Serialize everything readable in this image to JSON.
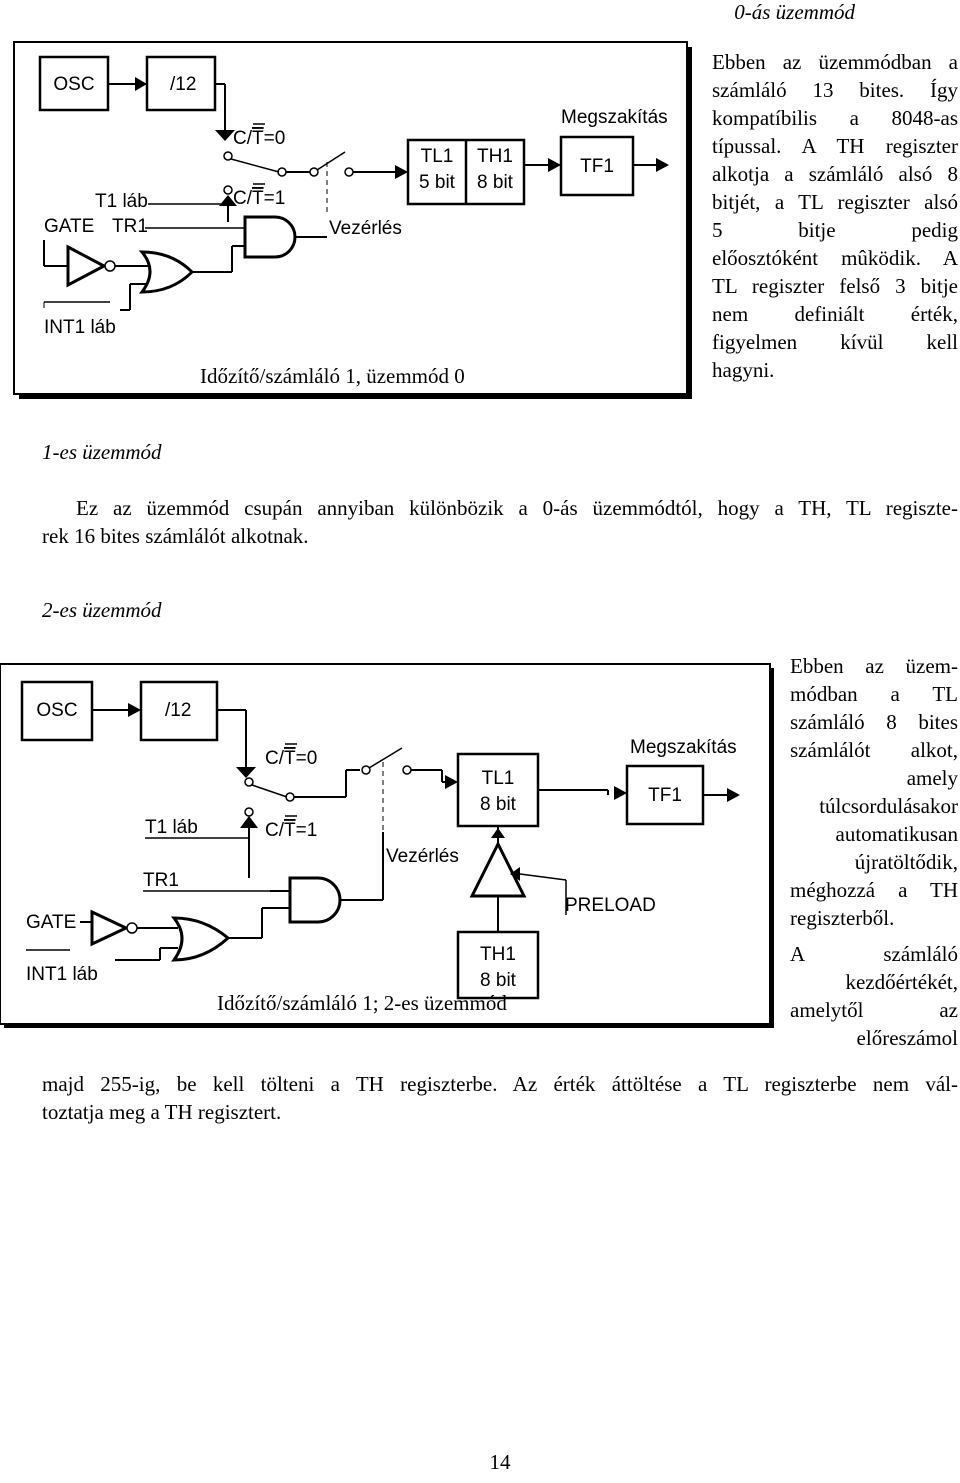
{
  "heading_mode0": "0-ás üzemmód",
  "heading_mode1": "1-es üzemmód",
  "heading_mode2": "2-es üzemmód",
  "mode0_text": [
    "Ebben az üzemmódban a",
    "számláló 13 bites. Így",
    "kompatíbilis a 8048-as",
    "típussal. A TH regiszter",
    "alkotja a számláló alsó 8",
    "bitjét, a TL regiszter alsó",
    "5 bitje pedig",
    "előosztóként mûködik. A",
    "TL regiszter felső 3 bitje",
    "nem definiált érték,",
    "figyelmen kívül kell",
    "hagyni."
  ],
  "mode1_text": [
    "Ez az üzemmód csupán annyiban különbözik a 0-ás üzemmódtól, hogy a TH, TL regiszte-",
    "rek 16 bites számlálót alkotnak."
  ],
  "mode2_text_right": [
    "Ebben az üzem-",
    "módban a TL",
    "számláló 8 bites",
    "számlálót alkot,",
    "amely",
    "túlcsordulásakor",
    "automatikusan",
    "újratöltődik,",
    "méghozzá a TH",
    "regiszterből.",
    "A számláló",
    "kezdőértékét,",
    "amelytől az",
    "előreszámol"
  ],
  "mode2_text_bottom": [
    "majd 255-ig, be kell tölteni a TH regiszterbe. Az érték áttöltése a TL regiszterbe nem vál-",
    "toztatja meg a TH regisztert."
  ],
  "page_number": "14",
  "diagram1": {
    "osc": "OSC",
    "div12": "/12",
    "ct0_prefix": "C/",
    "ct0_t": "T",
    "ct0_suffix": "=0",
    "ct1_prefix": "C/",
    "ct1_t": "T",
    "ct1_suffix": "=1",
    "t1_lab": "T1 láb",
    "gate": "GATE",
    "tr1": "TR1",
    "int1": "INT1 láb",
    "vezerles": "Vezérlés",
    "tl1": "TL1",
    "tl1_bits": "5 bit",
    "th1": "TH1",
    "th1_bits": "8 bit",
    "megszakitas": "Megszakítás",
    "tf1": "TF1",
    "caption": "Időzítő/számláló 1, üzemmód 0"
  },
  "diagram2": {
    "osc": "OSC",
    "div12": "/12",
    "ct0_prefix": "C/",
    "ct0_t": "T",
    "ct0_suffix": "=0",
    "ct1_prefix": "C/",
    "ct1_t": "T",
    "ct1_suffix": "=1",
    "t1_lab": "T1 láb",
    "tr1": "TR1",
    "gate": "GATE",
    "int1": "INT1 láb",
    "vezerles": "Vezérlés",
    "tl1": "TL1",
    "tl1_bits": "8 bit",
    "th1": "TH1",
    "th1_bits": "8 bit",
    "megszakitas": "Megszakítás",
    "tf1": "TF1",
    "preload": "PRELOAD",
    "caption": "Időzítő/számláló 1; 2-es üzemmód"
  }
}
